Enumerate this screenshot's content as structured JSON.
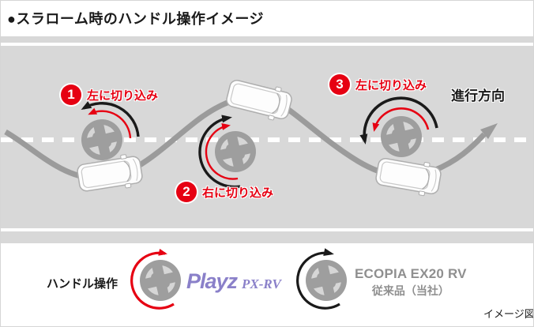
{
  "title": "●スラローム時のハンドル操作イメージ",
  "annotations": [
    {
      "number": "1",
      "label": "左に切り込み"
    },
    {
      "number": "2",
      "label": "右に切り込み"
    },
    {
      "number": "3",
      "label": "左に切り込み"
    }
  ],
  "direction_label": "進行方向",
  "legend": {
    "title": "ハンドル操作",
    "playz": {
      "brand": "Playz",
      "model": "PX-RV"
    },
    "ecopia": {
      "name": "ECOPIA EX20 RV",
      "note": "従来品（当社）"
    }
  },
  "footnote": "イメージ図",
  "colors": {
    "accent_red": "#e60012",
    "road_gray": "#d8d8d8",
    "path_gray": "#9b9b9b",
    "wheel_gray": "#9e9e9e",
    "playz_purple": "#8a80c9",
    "ecopia_gray": "#8f8f8f"
  }
}
